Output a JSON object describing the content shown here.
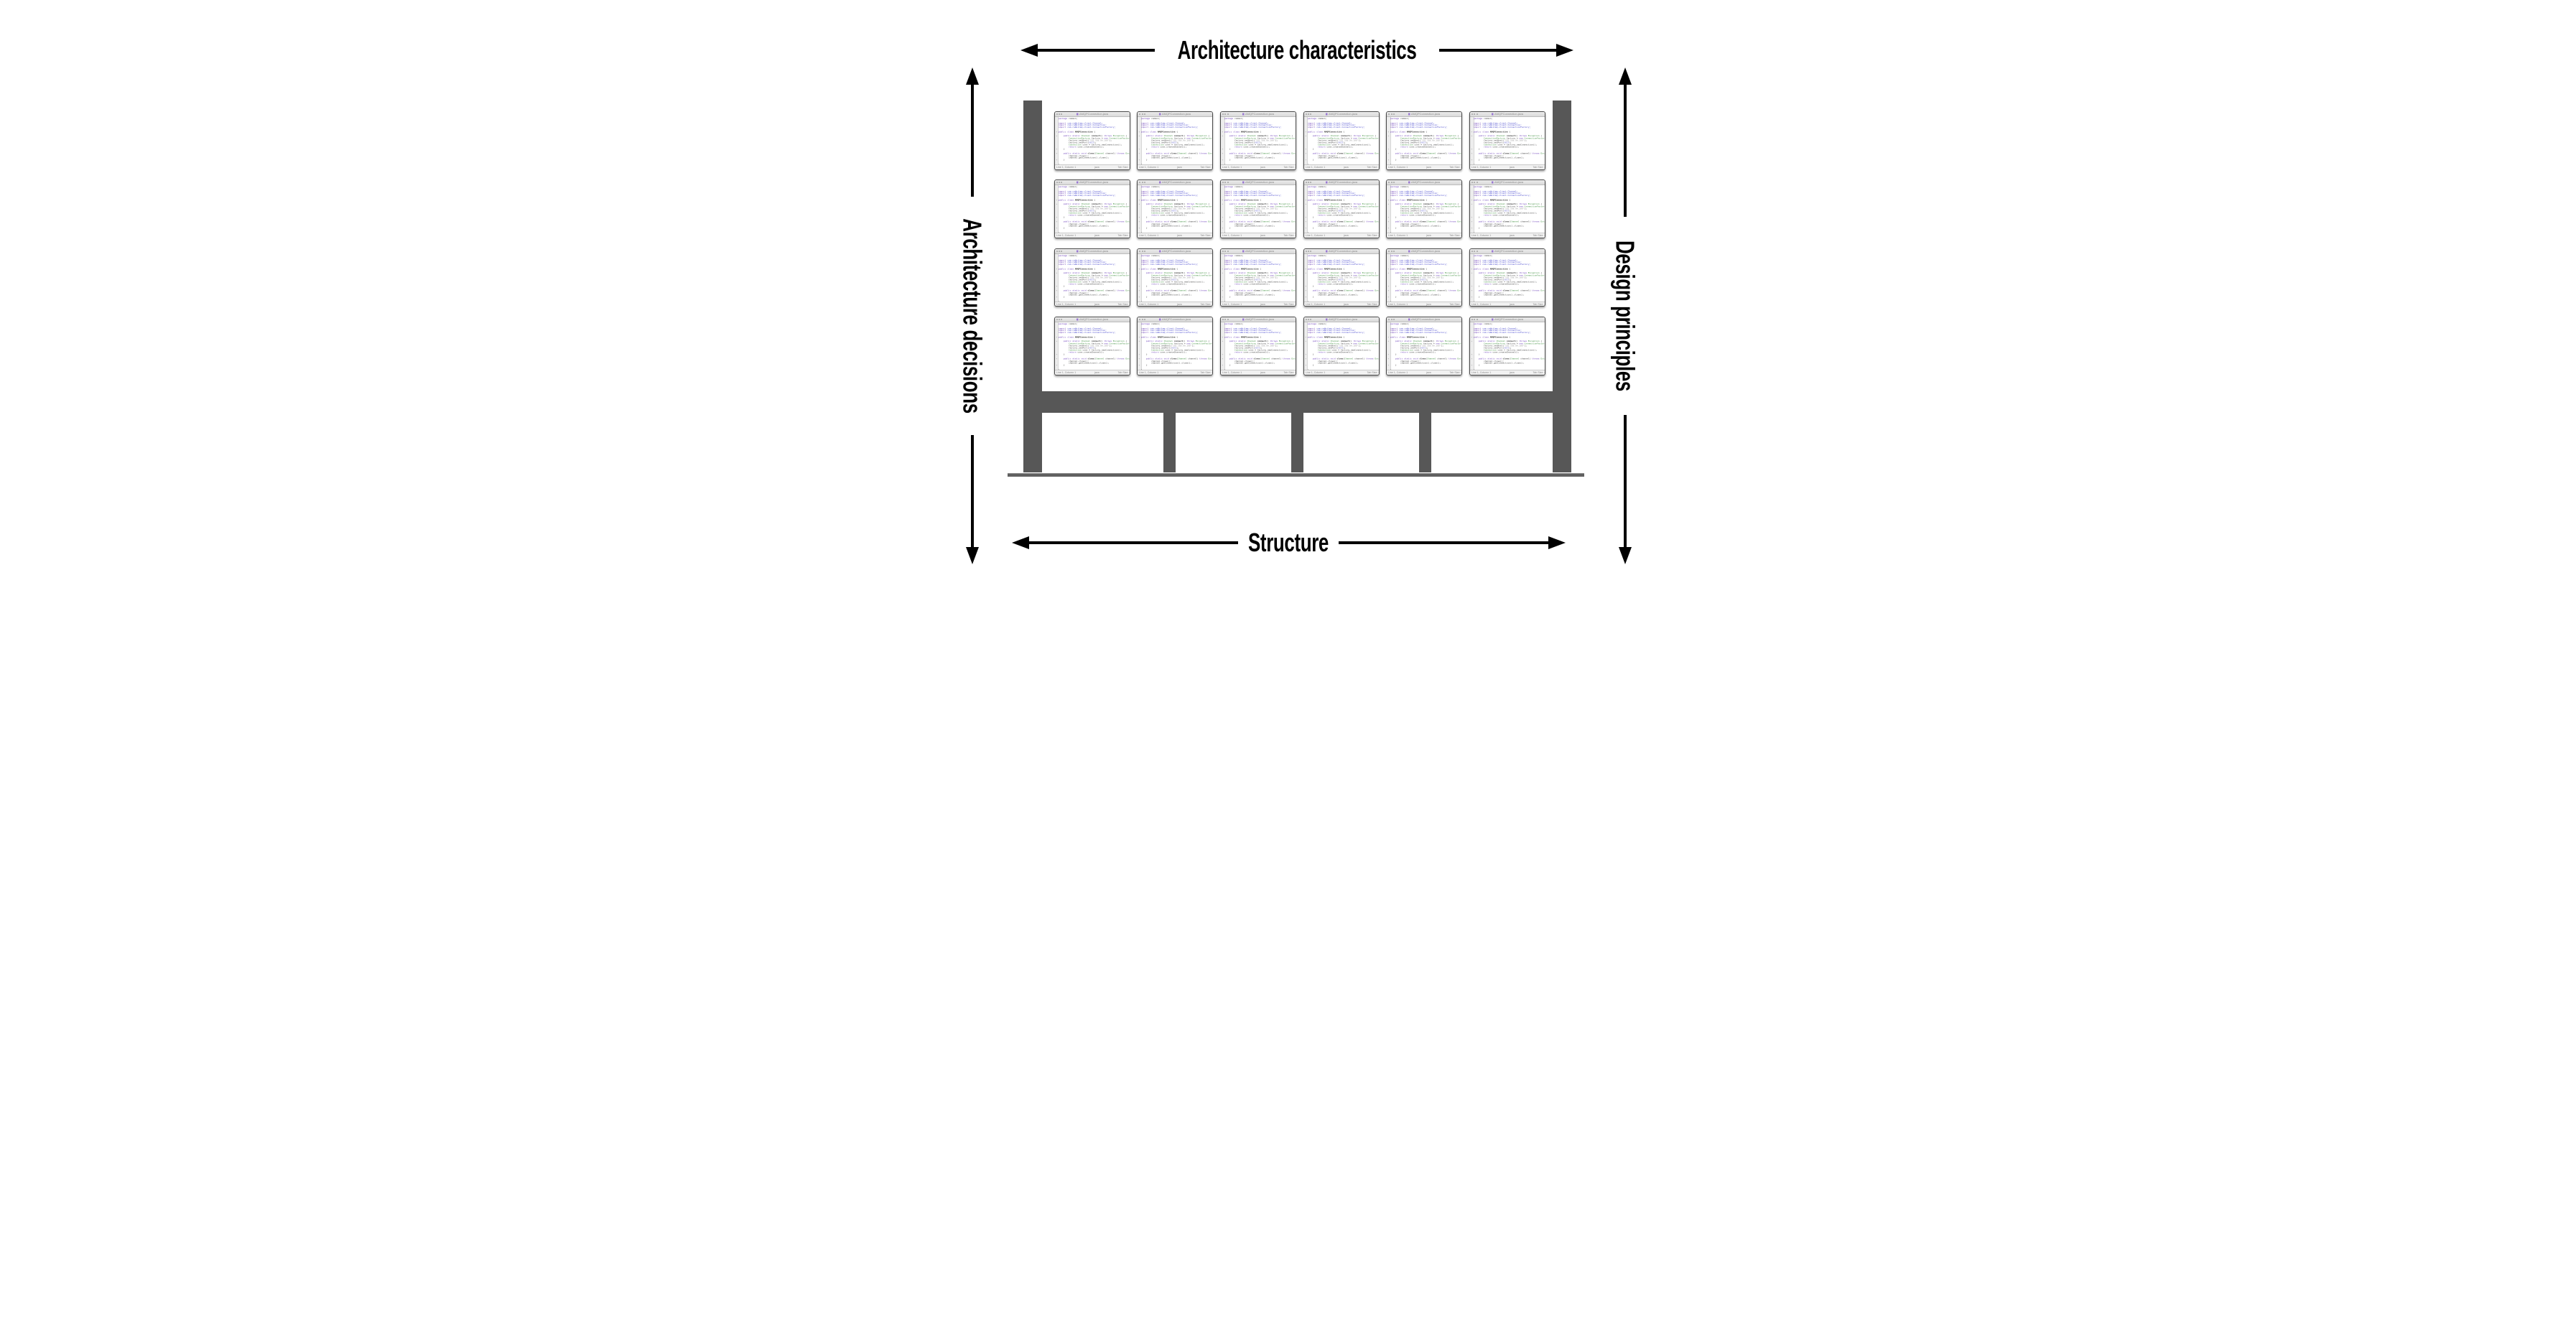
{
  "labels": {
    "top": "Architecture characteristics",
    "bottom": "Structure",
    "left": "Architecture decisions",
    "right": "Design principles"
  },
  "colors": {
    "arrow": "#000000",
    "frame": "#575757",
    "ground": "#606060",
    "panel_border": "#4a4a4a",
    "syntax_keyword": "#6a3db8",
    "syntax_import": "#4343cc",
    "syntax_type": "#3f8f3f",
    "syntax_string": "#a0a0a0"
  },
  "billboard": {
    "posts": 2,
    "legs": 3,
    "panel_grid": {
      "rows": 4,
      "cols": 6
    }
  },
  "code_panel": {
    "title": "AMQPConnection.java",
    "window_buttons": 3,
    "status": {
      "left": "Line 1, Column 1",
      "mid": "java",
      "right": "Tab Size: 4"
    },
    "fold_glyph": "+",
    "code": [
      {
        "f": 0,
        "s": [
          [
            "k",
            "package "
          ],
          [
            "p",
            "common;"
          ]
        ]
      },
      {
        "f": 0,
        "s": []
      },
      {
        "f": 0,
        "s": [
          [
            "k",
            "import "
          ],
          [
            "i",
            "com.rabbitmq.client.Channel;"
          ]
        ]
      },
      {
        "f": 0,
        "s": [
          [
            "k",
            "import "
          ],
          [
            "i",
            "com.rabbitmq.client.Connection;"
          ]
        ]
      },
      {
        "f": 0,
        "s": [
          [
            "k",
            "import "
          ],
          [
            "i",
            "com.rabbitmq.client.ConnectionFactory;"
          ]
        ]
      },
      {
        "f": 0,
        "s": []
      },
      {
        "f": 1,
        "s": [
          [
            "k",
            "public class "
          ],
          [
            "m",
            "AMQPConnection"
          ],
          [
            "p",
            " {"
          ]
        ]
      },
      {
        "f": 0,
        "s": []
      },
      {
        "f": 1,
        "s": [
          [
            "p",
            "    "
          ],
          [
            "k",
            "public static "
          ],
          [
            "t",
            "Channel"
          ],
          [
            "p",
            " "
          ],
          [
            "m",
            "connect"
          ],
          [
            "p",
            "() "
          ],
          [
            "k",
            "throws "
          ],
          [
            "t",
            "Exception"
          ],
          [
            "p",
            " {"
          ]
        ]
      },
      {
        "f": 0,
        "s": [
          [
            "p",
            "        "
          ],
          [
            "t",
            "ConnectionFactory"
          ],
          [
            "p",
            " factory = "
          ],
          [
            "k",
            "new "
          ],
          [
            "t",
            "ConnectionFactory"
          ],
          [
            "p",
            "();"
          ]
        ]
      },
      {
        "f": 0,
        "s": [
          [
            "p",
            "        factory.setHost("
          ],
          [
            "s",
            "\"192.168.99.100\""
          ],
          [
            "p",
            ");"
          ]
        ]
      },
      {
        "f": 0,
        "s": [
          [
            "p",
            "        factory.setPort("
          ],
          [
            "n",
            "5672"
          ],
          [
            "p",
            ");"
          ]
        ]
      },
      {
        "f": 0,
        "s": [
          [
            "p",
            "        "
          ],
          [
            "t",
            "Connection"
          ],
          [
            "p",
            " conn = factory.newConnection();"
          ]
        ]
      },
      {
        "f": 0,
        "s": [
          [
            "p",
            "        "
          ],
          [
            "k",
            "return"
          ],
          [
            "p",
            " conn.createChannel();"
          ]
        ]
      },
      {
        "f": 1,
        "s": [
          [
            "p",
            "    }"
          ]
        ]
      },
      {
        "f": 0,
        "s": []
      },
      {
        "f": 1,
        "s": [
          [
            "p",
            "    "
          ],
          [
            "k",
            "public static void "
          ],
          [
            "m",
            "close"
          ],
          [
            "p",
            "("
          ],
          [
            "t",
            "Channel"
          ],
          [
            "p",
            " channel) "
          ],
          [
            "k",
            "throws "
          ],
          [
            "t",
            "Exception"
          ],
          [
            "p",
            " {"
          ]
        ]
      },
      {
        "f": 0,
        "s": [
          [
            "p",
            "        channel.close();"
          ]
        ]
      },
      {
        "f": 0,
        "s": [
          [
            "p",
            "        channel.getConnection().close();"
          ]
        ]
      },
      {
        "f": 1,
        "s": [
          [
            "p",
            "    }"
          ]
        ]
      },
      {
        "f": 0,
        "s": []
      },
      {
        "f": 1,
        "s": [
          [
            "p",
            "}"
          ]
        ]
      }
    ]
  }
}
